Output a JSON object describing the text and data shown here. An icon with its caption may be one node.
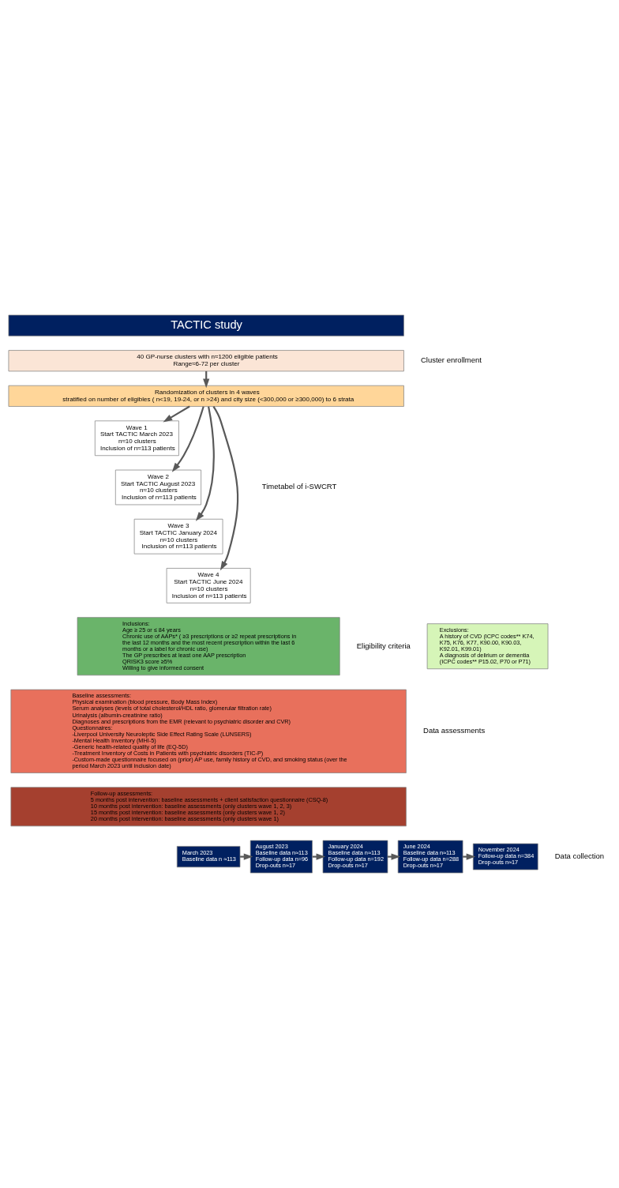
{
  "diagram": {
    "nodes": [
      {
        "text": [
          "TACTIC study"
        ]
      },
      {
        "text": [
          "40 GP-nurse clusters with n≈1200 eligible patients",
          "Range≈6-72 per cluster"
        ]
      },
      {
        "text": [
          "Randomization of clusters in 4 waves",
          "stratified on number of eligibles ( n<19, 19-24, or n >24) and city size (<300,000 or ≥300,000) to 6 strata"
        ]
      },
      {
        "text": [
          "Wave 1",
          "Start TACTIC March 2023",
          "n≈10 clusters",
          "Inclusion of n≈113 patients"
        ]
      },
      {
        "text": [
          "Wave 2",
          "Start TACTIC August 2023",
          "n≈10 clusters",
          "Inclusion of n≈113 patients"
        ]
      },
      {
        "text": [
          "Wave 3",
          "Start TACTIC January 2024",
          "n≈10 clusters",
          "Inclusion of n≈113 patients"
        ]
      },
      {
        "text": [
          "Wave 4",
          "Start TACTIC June 2024",
          "n≈10 clusters",
          "Inclusion of n≈113 patients"
        ]
      },
      {
        "text": [
          "Inclusions:",
          "Age ≥ 25 or ≤ 84 years",
          "Chronic use of AAPs* ( ≥3 prescriptions or ≥2 repeat prescriptions in the last 12 months and the most recent prescription within the last 6 months or a label for chronic use)",
          "The GP prescribes at least one AAP prescription",
          "QRISK3 score ≥5%",
          "Willing to give informed consent"
        ]
      },
      {
        "text": [
          "Exclusions:",
          "A history of CVD (ICPC codes** K74, K75, K76, K77, K90.00, K90.03, K92.01, K99.01)",
          "A diagnosis of delirium or dementia (ICPC codes** P15.02, P70 or P71)"
        ]
      },
      {
        "text": [
          "Baseline assessments:",
          "Physical examination (blood pressure, Body Mass Index)",
          "Serum analyses (levels of total cholesterol/HDL ratio, glomerular filtration rate)",
          "Urinalysis (albumin-creatinine ratio)",
          "Diagnoses and prescriptions from the EMR (relevant to psychiatric disorder and CVR)",
          "Questionnaires:",
          "-Liverpool University Neuroleptic Side Effect Rating Scale (LUNSERS)",
          "-Mental Health Inventory (MHI-5)",
          "-Generic health-related quality of life (EQ-5D)",
          "-Treatment Inventory of Costs in Patients with psychiatric disorders (TIC-P)",
          "-Custom-made questionnaire focused on (prior) AP use, family history of CVD, and smoking status (over the period March 2023 until inclusion date)"
        ]
      },
      {
        "text": [
          "Follow-up assessments:",
          "5 months post intervention: baseline assessments + client satisfaction questionnaire (CSQ-8)",
          "10 months post intervention: baseline assessments (only clusters wave 1, 2, 3)",
          "15 months post intervention: baseline assessments (only clusters wave 1, 2)",
          "20 months post intervention: baseline assessments (only clusters wave 1)"
        ]
      },
      {
        "text": [
          "March 2023",
          "Baseline data n ≈113"
        ]
      },
      {
        "text": [
          "August 2023",
          "Baseline data n≈113",
          "Follow-up data n=96",
          "Drop-outs n≈17"
        ]
      },
      {
        "text": [
          "January 2024",
          "Baseline data n≈113",
          "Follow-up data n=192",
          "Drop-outs n≈17"
        ]
      },
      {
        "text": [
          "June 2024",
          "Baseline data n≈113",
          "Follow-up data n=288",
          "Drop-outs n≈17"
        ]
      },
      {
        "text": [
          "November 2024",
          "Follow-up data n=384",
          "Drop-outs n≈17"
        ]
      }
    ],
    "edges": [
      {
        "from": 1,
        "to": 2,
        "arrow": "to"
      },
      {
        "from": 2,
        "to": 3,
        "arrow": "to"
      },
      {
        "from": 2,
        "to": 4,
        "arrow": "to"
      },
      {
        "from": 2,
        "to": 5,
        "arrow": "to"
      },
      {
        "from": 2,
        "to": 6,
        "arrow": "to"
      },
      {
        "from": 11,
        "to": 12,
        "arrow": "to"
      },
      {
        "from": 12,
        "to": 13,
        "arrow": "to"
      },
      {
        "from": 13,
        "to": 14,
        "arrow": "to"
      },
      {
        "from": 14,
        "to": 15,
        "arrow": "to"
      }
    ],
    "labels": [
      "Cluster enrollment",
      "Timetabel of i-SWCRT",
      "Eligibility criteria",
      "Data assessments",
      "Data collection"
    ]
  }
}
